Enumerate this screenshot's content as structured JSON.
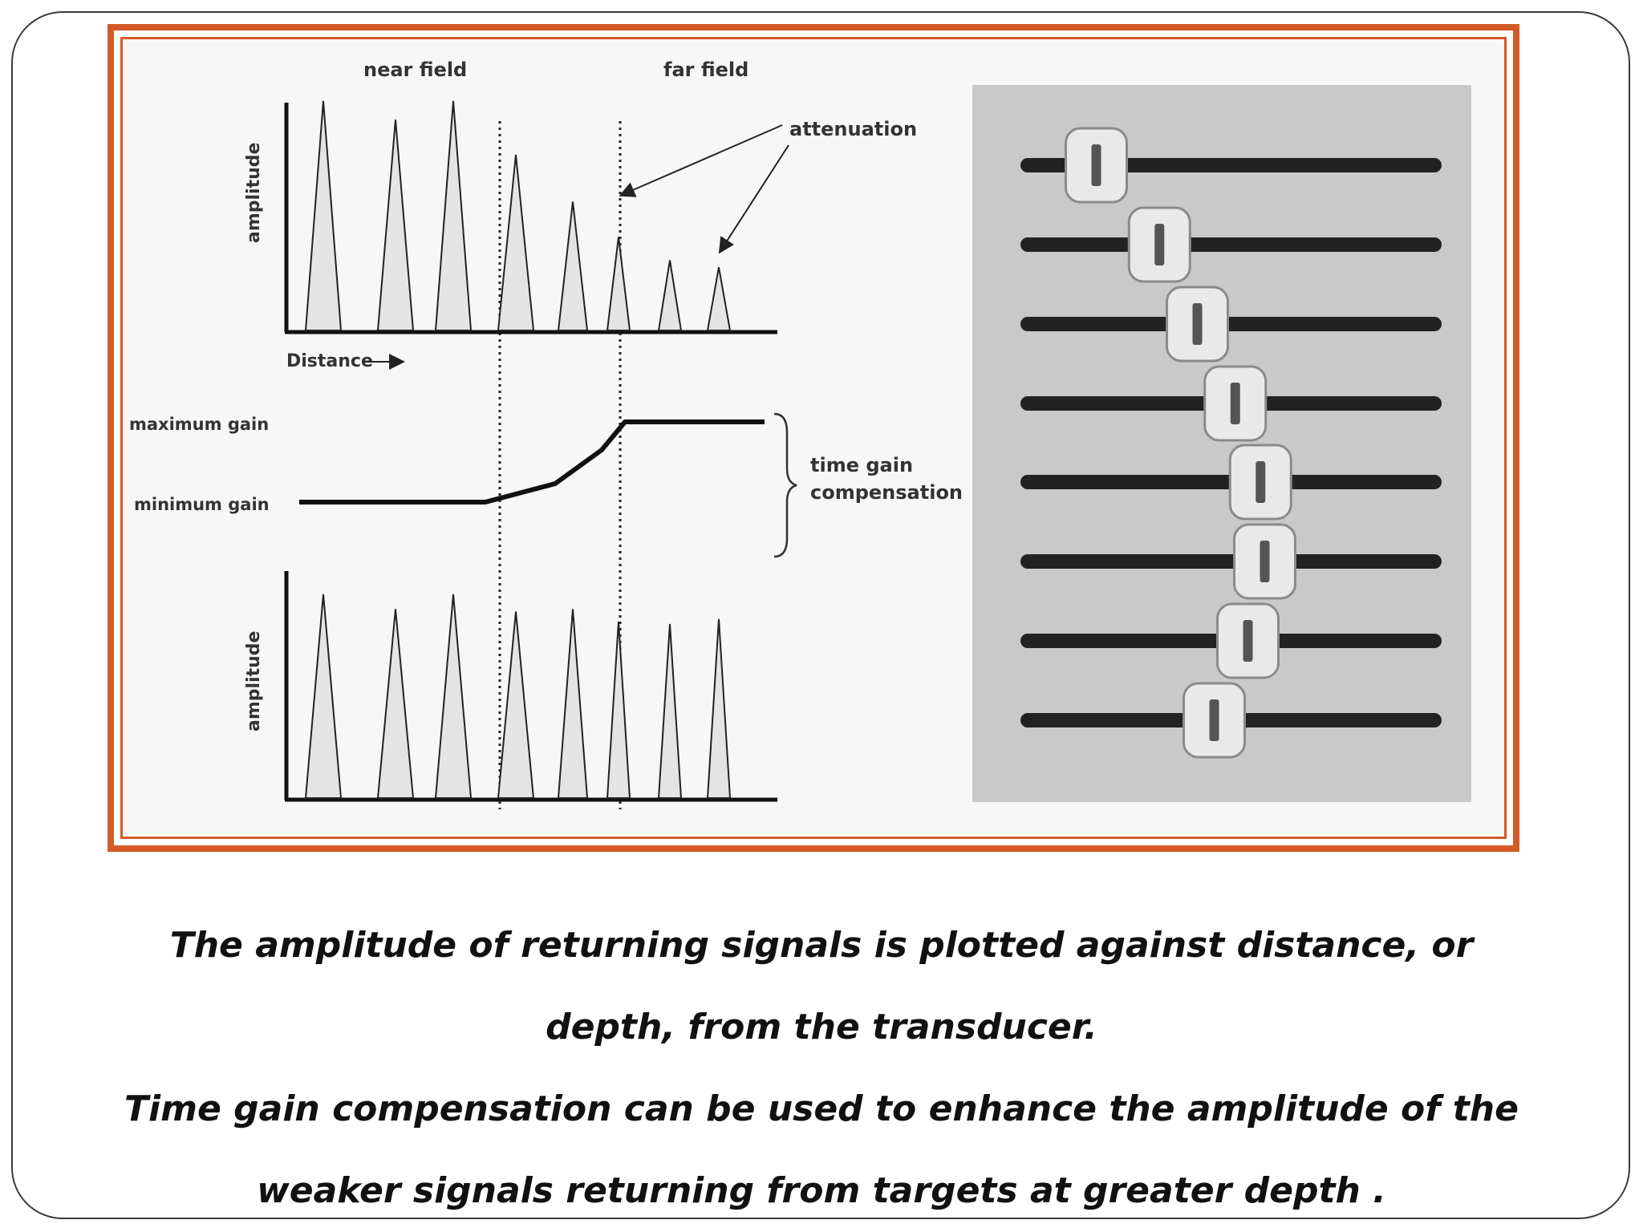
{
  "figure": {
    "labels": {
      "near_field": "near field",
      "far_field": "far field",
      "attenuation": "attenuation",
      "amplitude_top": "amplitude",
      "amplitude_bottom": "amplitude",
      "distance": "Distance",
      "maximum_gain": "maximum gain",
      "minimum_gain": "minimum gain",
      "tgc_line1": "time gain",
      "tgc_line2": "compensation"
    },
    "attenuated_pulses": [
      0.98,
      0.9,
      0.98,
      0.75,
      0.55,
      0.4,
      0.3,
      0.27
    ],
    "compensated_pulses": [
      0.82,
      0.76,
      0.82,
      0.75,
      0.76,
      0.71,
      0.7,
      0.72
    ],
    "gain_curve": {
      "min_gain": 0,
      "max_gain": 1,
      "points_norm": [
        [
          0,
          0
        ],
        [
          0.4,
          0
        ],
        [
          0.55,
          0.23
        ],
        [
          0.65,
          0.65
        ],
        [
          0.7,
          1
        ],
        [
          1,
          1
        ]
      ]
    },
    "slider_positions": [
      0.18,
      0.33,
      0.42,
      0.51,
      0.57,
      0.58,
      0.54,
      0.46
    ],
    "accent_color": "#d35a26"
  },
  "caption": {
    "line1": "The amplitude of returning signals is plotted against distance, or",
    "line2": "depth, from the transducer.",
    "line3": "Time gain compensation can be used to enhance the amplitude of the",
    "line4": "weaker signals returning from targets at greater depth ."
  }
}
